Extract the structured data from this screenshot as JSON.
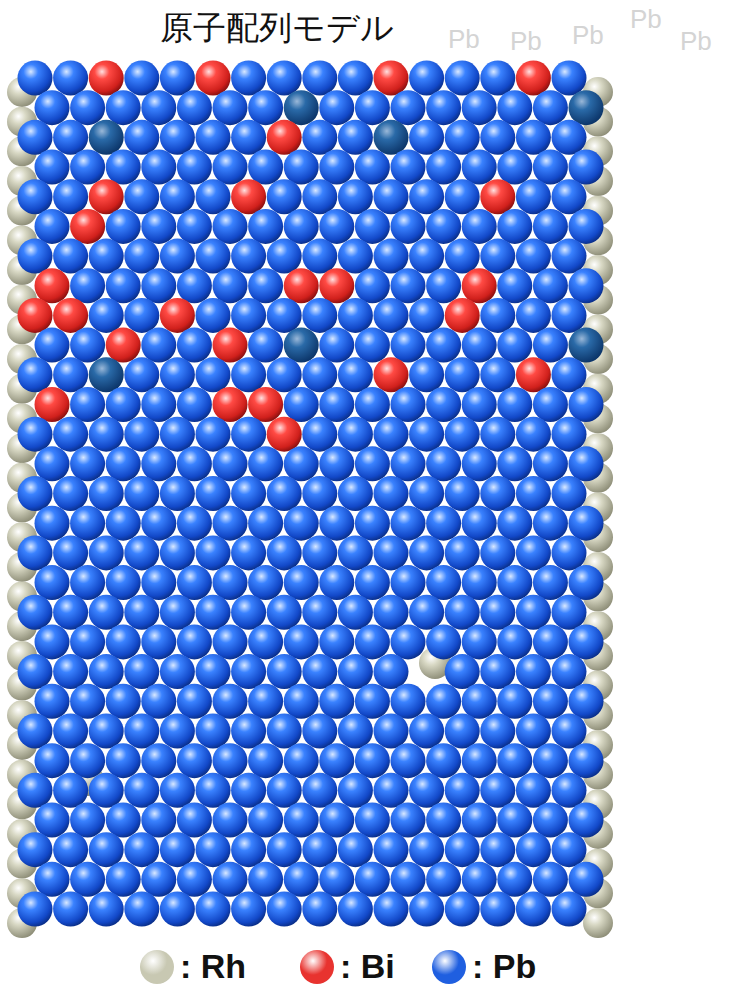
{
  "diagram": {
    "title": "原子配列モデル",
    "labels": [
      "Pb",
      "Pb",
      "Pb",
      "Pb",
      "Pb"
    ],
    "legend": [
      {
        "text": ": Rh",
        "color": "#c8c8b2"
      },
      {
        "text": ": Bi",
        "color": "#e8332f"
      },
      {
        "text": ": Pb",
        "color": "#1f5fe0"
      }
    ]
  }
}
